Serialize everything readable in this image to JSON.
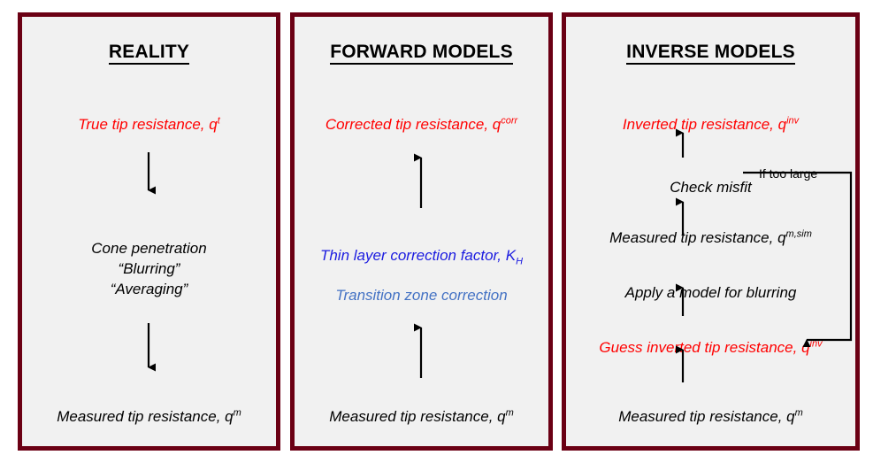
{
  "diagram": {
    "title_text_colors": {
      "red": "#FF0000",
      "dark_blue": "#1B1BE0",
      "light_blue": "#4472C4",
      "panel_border": "#6B0014",
      "panel_background": "#f1f1f1",
      "text": "#000000"
    },
    "panels": [
      {
        "id": "reality",
        "title": "REALITY",
        "rows": [
          {
            "id": "true-tip-resistance",
            "base": "True tip resistance, q",
            "sup": "t",
            "color": "red"
          },
          {
            "id": "cone-penetration-line1",
            "base": "Cone penetration",
            "sup": "",
            "color": "black"
          },
          {
            "id": "cone-penetration-line2",
            "base": "“Blurring”",
            "sup": "",
            "color": "black"
          },
          {
            "id": "cone-penetration-line3",
            "base": "“Averaging”",
            "sup": "",
            "color": "black"
          },
          {
            "id": "measured-tip-resistance",
            "base": "Measured tip resistance, q",
            "sup": "m",
            "color": "black"
          }
        ],
        "arrow_direction": "down",
        "arrow_count": 2
      },
      {
        "id": "forward",
        "title": "FORWARD MODELS",
        "rows": [
          {
            "id": "corrected-tip-resistance",
            "base": "Corrected tip resistance, q",
            "sup": "corr",
            "color": "red"
          },
          {
            "id": "thin-layer-correction-factor",
            "base": "Thin layer correction factor, K",
            "sub": "H",
            "color": "dark_blue"
          },
          {
            "id": "transition-zone-correction",
            "base": "Transition zone correction",
            "sup": "",
            "color": "light_blue"
          },
          {
            "id": "measured-tip-resistance",
            "base": "Measured tip resistance, q",
            "sup": "m",
            "color": "black"
          }
        ],
        "arrow_direction": "up",
        "arrow_count": 2
      },
      {
        "id": "inverse",
        "title": "INVERSE MODELS",
        "rows": [
          {
            "id": "inverted-tip-resistance",
            "base": "Inverted tip resistance, q",
            "sup": "inv",
            "color": "red"
          },
          {
            "id": "check-misfit",
            "base": "Check misfit",
            "sup": "",
            "color": "black"
          },
          {
            "id": "measured-tip-resistance-sim",
            "base": "Measured tip resistance, q",
            "sup": "m,sim",
            "color": "black"
          },
          {
            "id": "apply-a-model-for-blurring",
            "base": "Apply a model for blurring",
            "sup": "",
            "color": "black"
          },
          {
            "id": "guess-inverted-tip-resistance",
            "base": "Guess inverted tip resistance, q",
            "sup": "inv",
            "color": "red"
          },
          {
            "id": "measured-tip-resistance",
            "base": "Measured tip resistance, q",
            "sup": "m",
            "color": "black"
          }
        ],
        "feedback_label": "If too large",
        "arrow_direction": "up",
        "arrow_count": 4
      }
    ]
  }
}
